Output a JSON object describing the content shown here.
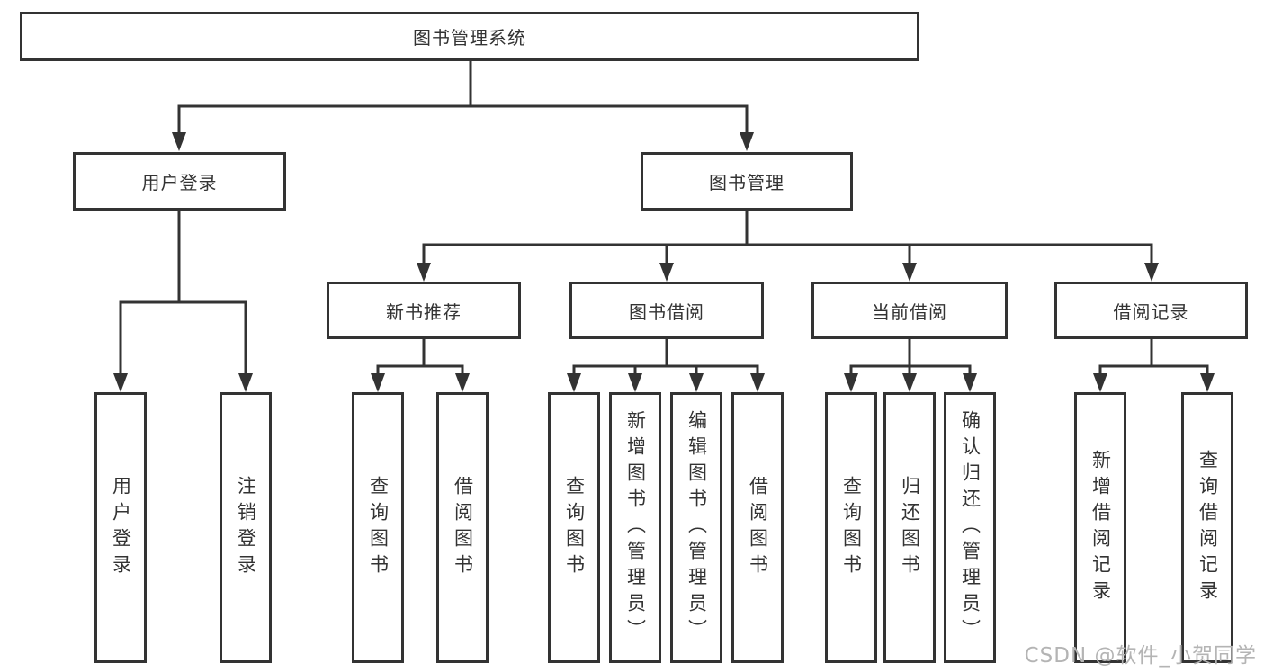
{
  "tree": {
    "label": "图书管理系统",
    "children": [
      {
        "label": "用户登录",
        "children": [
          {
            "label": "用户登录"
          },
          {
            "label": "注销登录"
          }
        ]
      },
      {
        "label": "图书管理",
        "children": [
          {
            "label": "新书推荐",
            "children": [
              {
                "label": "查询图书"
              },
              {
                "label": "借阅图书"
              }
            ]
          },
          {
            "label": "图书借阅",
            "children": [
              {
                "label": "查询图书"
              },
              {
                "label": "新增图书（管理员）"
              },
              {
                "label": "编辑图书（管理员）"
              },
              {
                "label": "借阅图书"
              }
            ]
          },
          {
            "label": "当前借阅",
            "children": [
              {
                "label": "查询图书"
              },
              {
                "label": "归还图书"
              },
              {
                "label": "确认归还（管理员）"
              }
            ]
          },
          {
            "label": "借阅记录",
            "children": [
              {
                "label": "新增借阅记录"
              },
              {
                "label": "查询借阅记录"
              }
            ]
          }
        ]
      }
    ]
  },
  "watermark": {
    "text": "CSDN @软件_小贺同学"
  },
  "colors": {
    "line": "#333333",
    "border": "#333333",
    "text": "#333333",
    "background": "#ffffff",
    "watermark": "#b4b4b4"
  }
}
